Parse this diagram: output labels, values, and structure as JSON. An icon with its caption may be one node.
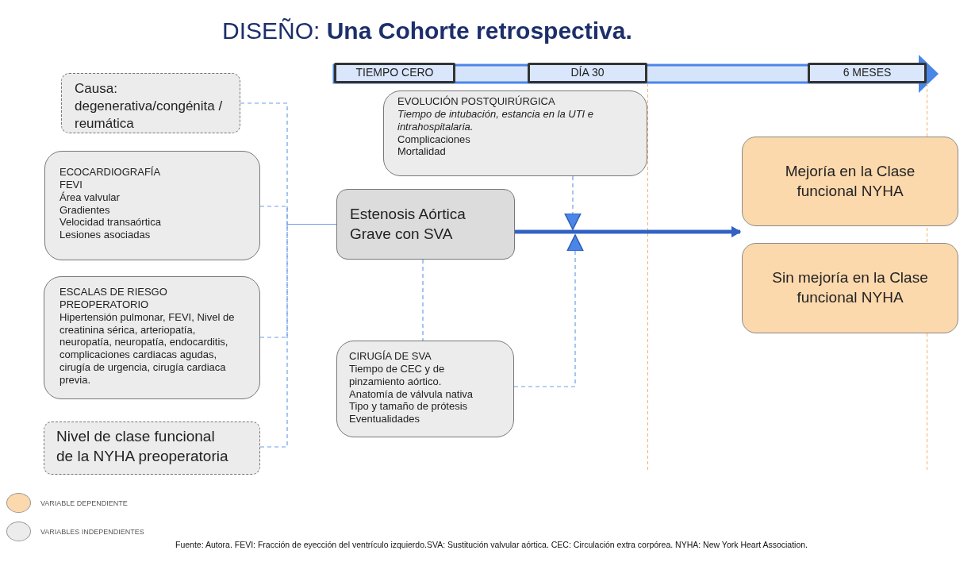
{
  "diagram": {
    "title": "DISEÑO:  **Una Cohorte retrospectiva.**",
    "nodes": [
      {
        "text": [
          "Causa: degenerativa/congénita / reumática"
        ]
      },
      {
        "text": [
          "ECOCARDIOGRAFÍA",
          "FEVI",
          "Área valvular",
          "Gradientes",
          "Velocidad transaórtica",
          "Lesiones asociadas"
        ]
      },
      {
        "text": [
          "ESCALAS DE RIESGO PREOPERATORIO",
          "Hipertensión pulmonar, FEVI, Nivel de creatinina sérica, arteriopatía, neuropatía, neuropatía, endocarditis, complicaciones cardiacas agudas, cirugía de urgencia, cirugía cardiaca previa."
        ]
      },
      {
        "text": [
          "Nivel de clase funcional de la NYHA preoperatoria"
        ]
      },
      {
        "text": [
          "Estenosis Aórtica Grave  con SVA"
        ]
      },
      {
        "text": [
          "EVOLUCIÓN POSTQUIRÚRGICA",
          "*Tiempo de intubación, estancia en la UTI e intrahospitalaria.*",
          "Complicaciones",
          "Mortalidad"
        ]
      },
      {
        "text": [
          "CIRUGÍA DE SVA",
          "Tiempo de CEC y de pinzamiento aórtico.",
          "Anatomía de válvula nativa",
          "Tipo y tamaño de prótesis",
          "Eventualidades"
        ]
      },
      {
        "text": [
          "Mejoría en la Clase funcional NYHA"
        ]
      },
      {
        "text": [
          "Sin mejoría en la Clase funcional NYHA"
        ]
      },
      {
        "text": [
          "TIEMPO CERO"
        ]
      },
      {
        "text": [
          "DÍA 30"
        ]
      },
      {
        "text": [
          "6 MESES"
        ]
      }
    ],
    "edges": [
      {
        "from": 0,
        "to": 4,
        "arrow": "none",
        "style": "dashed"
      },
      {
        "from": 1,
        "to": 4,
        "arrow": "none",
        "style": "dashed"
      },
      {
        "from": 2,
        "to": 4,
        "arrow": "none",
        "style": "dashed"
      },
      {
        "from": 3,
        "to": 4,
        "arrow": "none",
        "style": "dashed"
      },
      {
        "from": 4,
        "to": 6,
        "arrow": "none",
        "style": "dashed"
      },
      {
        "from": 4,
        "to": 7,
        "arrow": "to",
        "style": "thick",
        "color": "#3162c4"
      },
      {
        "from": 4,
        "to": 8,
        "arrow": "to",
        "style": "thick",
        "color": "#3162c4"
      },
      {
        "from": 5,
        "to": null,
        "arrow": "to",
        "style": "dashed"
      },
      {
        "from": 6,
        "to": null,
        "arrow": "to",
        "style": "dashed"
      }
    ],
    "legend": [
      {
        "text": "VARIABLE DEPENDIENTE",
        "color": "#fcd9ad"
      },
      {
        "text": "VARIABLES INDEPENDIENTES",
        "color": "#ececec"
      }
    ],
    "caption": "Fuente: Autora.  FEVI: Fracción de eyección del ventrículo izquierdo.SVA: Sustitución valvular aórtica. CEC: Circulación extra corpórea. NYHA: New York Heart Association."
  }
}
